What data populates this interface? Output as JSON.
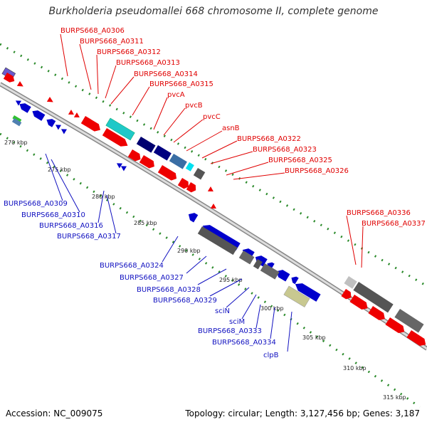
{
  "title": "Burkholderia pseudomallei 668 chromosome II, complete genome",
  "footer": {
    "accession": "Accession: NC_009075",
    "topology": "Topology: circular; Length: 3,127,456 bp; Genes: 3,187"
  },
  "colors": {
    "forward_label": "#e00000",
    "reverse_label": "#1010c0",
    "backbone": "#aaaaaa",
    "tick_dots": "#2a8a2a"
  },
  "kbp_ticks": [
    "270 kbp",
    "275 kbp",
    "280 kbp",
    "285 kbp",
    "290 kbp",
    "295 kbp",
    "300 kbp",
    "305 kbp",
    "310 kbp",
    "315 kbp"
  ],
  "forward_genes": [
    "BURPS668_A0306",
    "BURPS668_A0311",
    "BURPS668_A0312",
    "BURPS668_A0313",
    "BURPS668_A0314",
    "BURPS668_A0315",
    "pvcA",
    "pvcB",
    "pvcC",
    "asnB",
    "BURPS668_A0322",
    "BURPS668_A0323",
    "BURPS668_A0325",
    "BURPS668_A0326",
    "BURPS668_A0336",
    "BURPS668_A0337"
  ],
  "reverse_genes": [
    "BURPS668_A0309",
    "BURPS668_A0310",
    "BURPS668_A0316",
    "BURPS668_A0317",
    "BURPS668_A0324",
    "BURPS668_A0327",
    "BURPS668_A0328",
    "BURPS668_A0329",
    "sciN",
    "sciM",
    "BURPS668_A0333",
    "BURPS668_A0334",
    "clpB"
  ]
}
